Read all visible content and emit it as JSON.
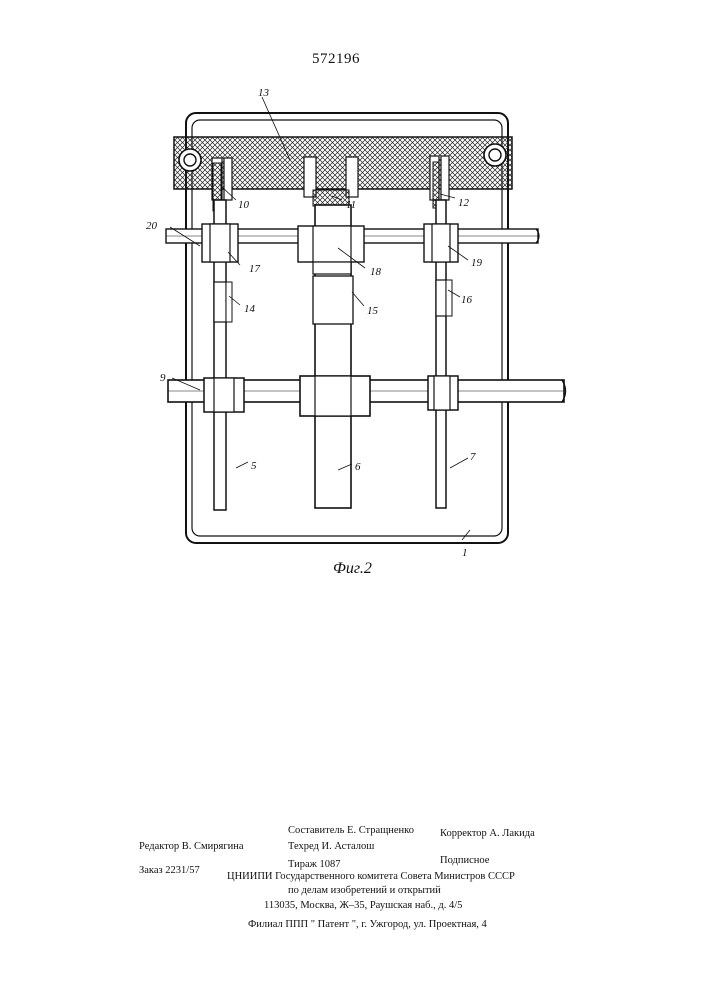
{
  "header": {
    "patent_number": "572196"
  },
  "figure": {
    "caption": "Фиг.2",
    "part_labels": {
      "p1": "1",
      "p5": "5",
      "p6": "6",
      "p7": "7",
      "p9": "9",
      "p10": "10",
      "p11": "11",
      "p12": "12",
      "p13": "13",
      "p14": "14",
      "p15": "15",
      "p16": "16",
      "p17": "17",
      "p18": "18",
      "p19": "19",
      "p20": "20"
    }
  },
  "colophon": {
    "editor": "Редактор  В. Смирягина",
    "compiler": "Составитель  Е. Стращненко",
    "techred": "Техред     И. Асталош",
    "corrector": "Корректор   А. Лакида",
    "order": "Заказ  2231/57",
    "circulation": "Тираж  1087",
    "subscription": "Подписное",
    "org_line1": "ЦНИИПИ Государственного комитета Совета Министров СССР",
    "org_line2": "по делам изобретений и открытий",
    "address": "113035, Москва, Ж–35, Раушская наб., д. 4/5",
    "branch": "Филиал ППП \" Патент \", г. Ужгород, ул. Проектная, 4"
  }
}
